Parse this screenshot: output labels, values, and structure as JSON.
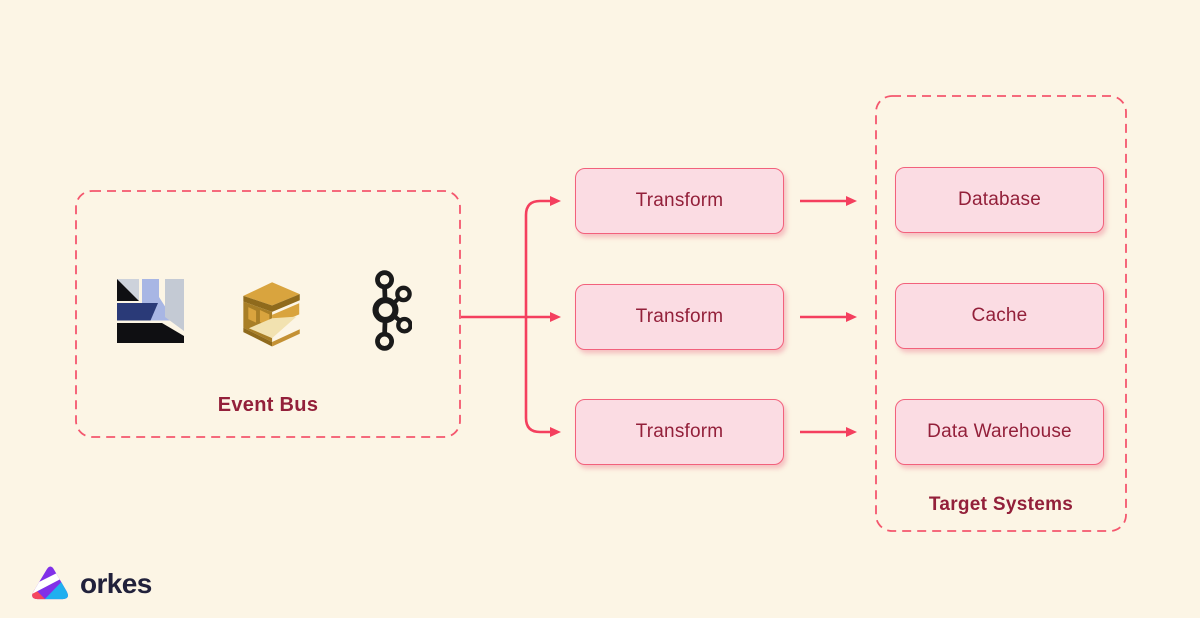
{
  "background": {
    "color": "#FCF5E5",
    "bottom_strip_color": "#FFFFFF"
  },
  "event_bus": {
    "label": "Event Bus",
    "logos": [
      {
        "name": "event-broker-geometric-logo"
      },
      {
        "name": "aws-sqs-logo"
      },
      {
        "name": "apache-kafka-logo"
      }
    ]
  },
  "transform_nodes": [
    {
      "label": "Transform"
    },
    {
      "label": "Transform"
    },
    {
      "label": "Transform"
    }
  ],
  "target_systems": {
    "label": "Target Systems",
    "nodes": [
      {
        "label": "Database"
      },
      {
        "label": "Cache"
      },
      {
        "label": "Data Warehouse"
      }
    ]
  },
  "brand": {
    "wordmark": "orkes"
  },
  "colors": {
    "background": "#FCF5E5",
    "arrow": "#F43F5E",
    "dashed_border": "#F4576E",
    "node_border": "#F2617C",
    "node_fill": "#FBDCE3",
    "label_text": "#93203A",
    "brand_text": "#21213B"
  }
}
